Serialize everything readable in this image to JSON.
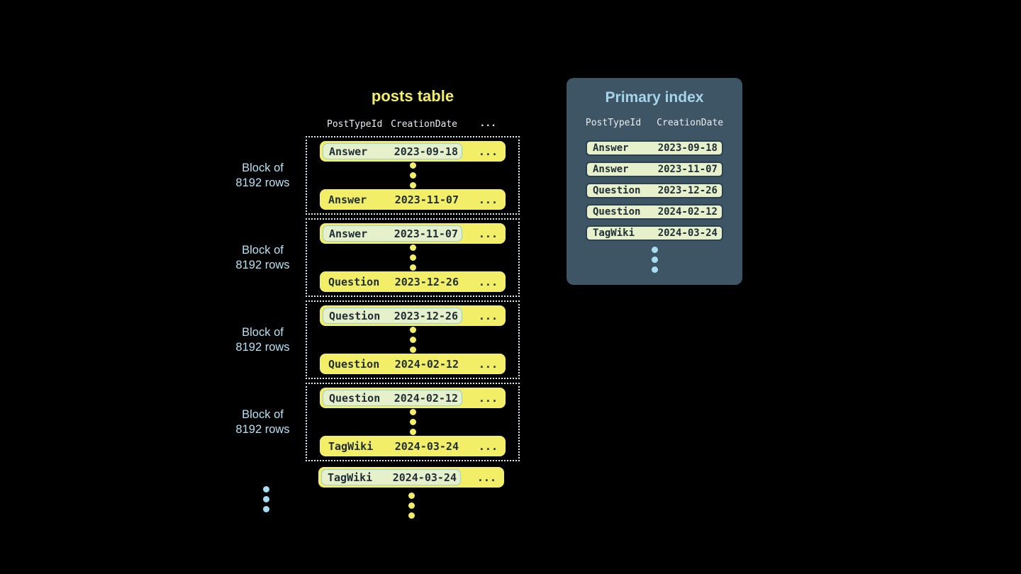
{
  "posts_table": {
    "title": "posts table",
    "columns": [
      "PostTypeId",
      "CreationDate"
    ],
    "ellipsis": "...",
    "block_label": {
      "line1": "Block of",
      "line2": "8192 rows"
    },
    "blocks": [
      {
        "first": {
          "type": "Answer",
          "date": "2023-09-18"
        },
        "last": {
          "type": "Answer",
          "date": "2023-11-07"
        }
      },
      {
        "first": {
          "type": "Answer",
          "date": "2023-11-07"
        },
        "last": {
          "type": "Question",
          "date": "2023-12-26"
        }
      },
      {
        "first": {
          "type": "Question",
          "date": "2023-12-26"
        },
        "last": {
          "type": "Question",
          "date": "2024-02-12"
        }
      },
      {
        "first": {
          "type": "Question",
          "date": "2024-02-12"
        },
        "last": {
          "type": "TagWiki",
          "date": "2024-03-24"
        }
      }
    ],
    "tail_row": {
      "type": "TagWiki",
      "date": "2024-03-24"
    }
  },
  "primary_index": {
    "title": "Primary index",
    "columns": [
      "PostTypeId",
      "CreationDate"
    ],
    "entries": [
      {
        "type": "Answer",
        "date": "2023-09-18"
      },
      {
        "type": "Answer",
        "date": "2023-11-07"
      },
      {
        "type": "Question",
        "date": "2023-12-26"
      },
      {
        "type": "Question",
        "date": "2024-02-12"
      },
      {
        "type": "TagWiki",
        "date": "2024-03-24"
      }
    ]
  },
  "colors": {
    "bg": "#000000",
    "yellow": "#f3ee67",
    "ink": "#1f2e37",
    "pale_green": "#e6f0cb",
    "hl_border": "#8fd0e8",
    "dotted": "#d8eef6",
    "label_blue": "#b7e1f2",
    "panel_bg": "#3e5565",
    "panel_title": "#a6d4e8",
    "header_light": "#e9eef1",
    "pill_border": "#2b4150",
    "dot_blue": "#a8dcf0"
  }
}
